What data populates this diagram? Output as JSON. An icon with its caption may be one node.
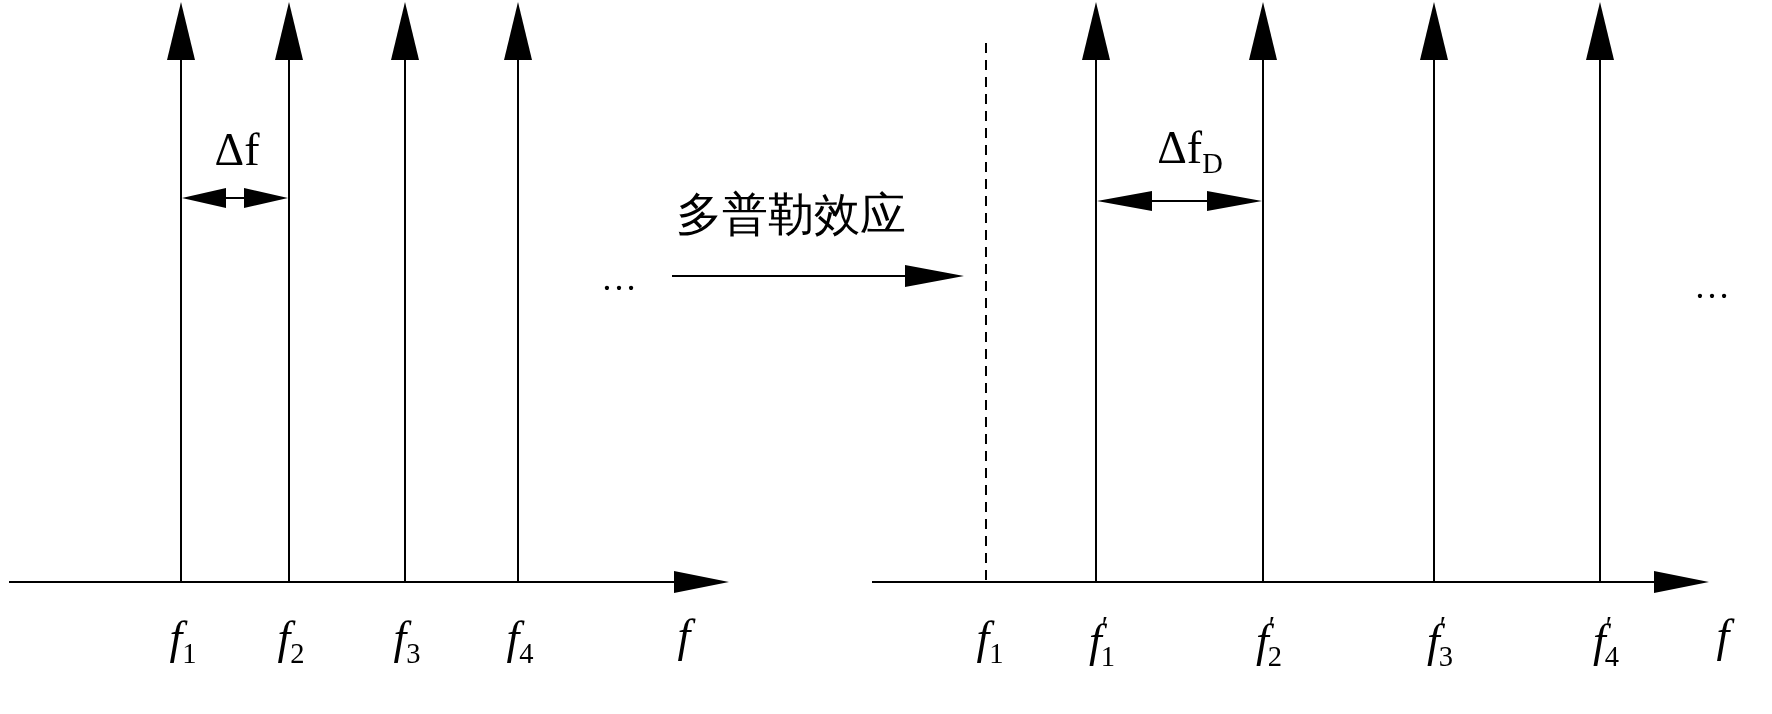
{
  "diagram": {
    "labels": [
      "Δf",
      "Δf$_{D}$",
      "多普勒效应",
      "…",
      "…",
      "*f*$_{1}$",
      "*f*$_{2}$",
      "*f*$_{3}$",
      "*f*$_{4}$",
      "*f*",
      "*f*$_{1}$",
      "*f*$^{′}$$_{1}$",
      "*f*$^{′}$$_{2}$",
      "*f*$^{′}$$_{3}$",
      "*f*$^{′}$$_{4}$",
      "*f*"
    ]
  }
}
